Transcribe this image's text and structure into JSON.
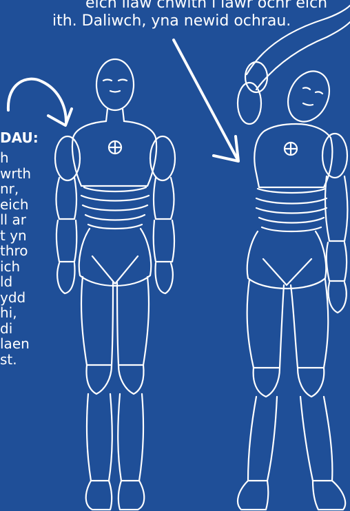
{
  "top_caption": {
    "line1": "eich llaw chwith i lawr ochr eich",
    "line2": "ith. Daliwch, yna newid ochrau."
  },
  "side_caption": {
    "heading": "DAU:",
    "lines": [
      "h",
      "wrth",
      "nr,",
      "eich",
      "ll ar",
      "t yn",
      "thro",
      "ich",
      "ld",
      "ydd",
      "hi,",
      "di",
      "laen",
      "st."
    ]
  },
  "figures": {
    "left": "mannequin-standing",
    "right": "mannequin-side-bend"
  },
  "colors": {
    "background": "#1f4f98",
    "line": "#ffffff"
  }
}
